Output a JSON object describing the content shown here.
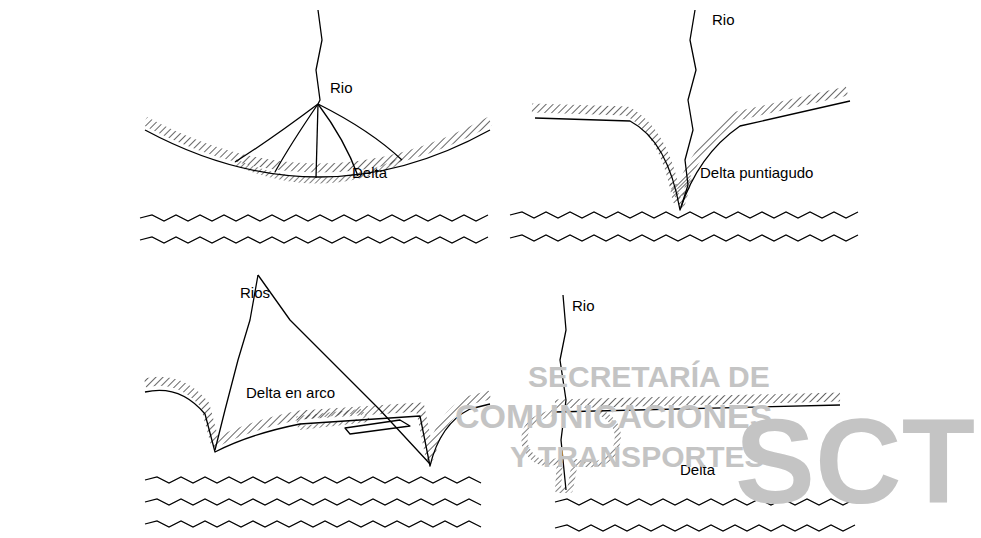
{
  "diagram": {
    "labels": [
      "Rio",
      "Delta",
      "Rio",
      "Delta puntiagudo",
      "Rios",
      "Delta en arco",
      "Rio",
      "Delta",
      "SECRETARÍA DE",
      "COMUNICACIONES",
      "Y TRANSPORTES",
      "SCT"
    ]
  }
}
